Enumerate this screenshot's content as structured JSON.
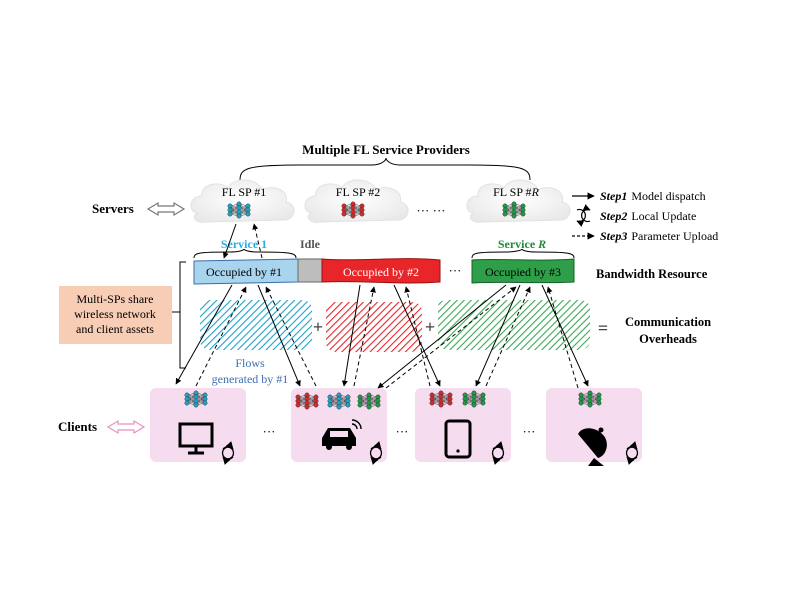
{
  "title": "Multiple FL Service Providers",
  "rows": {
    "servers": "Servers",
    "clients": "Clients"
  },
  "servers": [
    {
      "label": "FL SP #1",
      "color": "#1fa3c4"
    },
    {
      "label": "FL SP #2",
      "color": "#d62a2a"
    },
    {
      "label": "FL SP #",
      "label_italic": "R",
      "color": "#1f9a48"
    }
  ],
  "server_ellipsis": "··· ···",
  "legend": [
    {
      "step": "Step1",
      "text": "Model dispatch",
      "style": "solid-arrow"
    },
    {
      "step": "Step2",
      "text": "Local Update",
      "style": "cycle-icon"
    },
    {
      "step": "Step3",
      "text": "Parameter Upload",
      "style": "dashed-arrow"
    }
  ],
  "bandwidth": {
    "service1_label": "Service 1",
    "idle_label": "Idle",
    "serviceR_label_prefix": "Service ",
    "serviceR_label_italic": "R",
    "segments": [
      {
        "label": "Occupied by #1",
        "color": "#a9d4ee"
      },
      {
        "label": "",
        "color": "#bdbdbd"
      },
      {
        "label": "Occupied by #2",
        "color": "#e8262a"
      },
      {
        "label": "Occupied by #3",
        "color": "#2e9e48"
      }
    ],
    "ellipsis": "···",
    "resource_label": "Bandwidth Resource"
  },
  "share_note": {
    "lines": [
      "Multi-SPs share",
      "wireless network",
      "and client assets"
    ],
    "color": "#f7cdb5"
  },
  "overheads": {
    "plus": "+",
    "equals": "=",
    "result_lines": [
      "Communication",
      "Overheads"
    ],
    "flows_lines": [
      "Flows",
      "generated by #1"
    ],
    "colors": [
      "#1fa3c4",
      "#e8262a",
      "#3aa856"
    ]
  },
  "clients": {
    "devices": [
      "monitor-icon",
      "car-icon",
      "tablet-icon",
      "satellite-dish-icon"
    ],
    "ellipsis": "···",
    "panel_color": "#f5dcef"
  },
  "colors": {
    "blue": "#1fa3c4",
    "red": "#d62a2a",
    "green": "#1f9a48",
    "service1_text": "#23aee3",
    "serviceR_text": "#1f8a3a",
    "flows_text": "#3f6fb0"
  }
}
